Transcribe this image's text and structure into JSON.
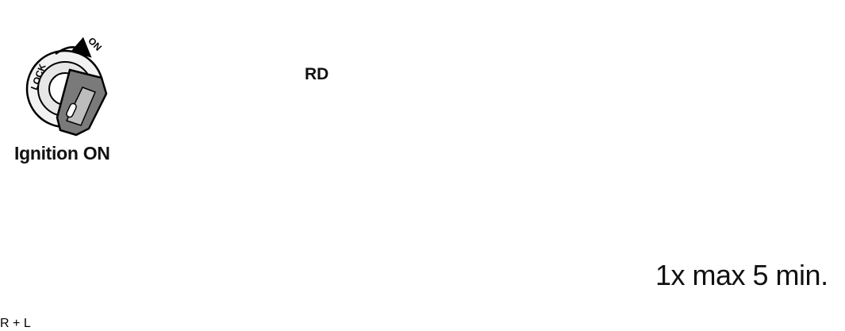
{
  "ignition": {
    "caption": "Ignition ON",
    "key_lock_text": "LOCK",
    "key_on_text": "ON"
  },
  "signal_callout": {
    "label": "RD"
  },
  "indicators": {
    "right_lamp_letter": "R",
    "plus_sign": "+",
    "left_lamp_letter": "L"
  },
  "result": {
    "text": "1x max 5 min."
  },
  "colors": {
    "line": "#000000",
    "panel_border": "#9a9a9a",
    "callout_circle": "#d9d9d9"
  }
}
